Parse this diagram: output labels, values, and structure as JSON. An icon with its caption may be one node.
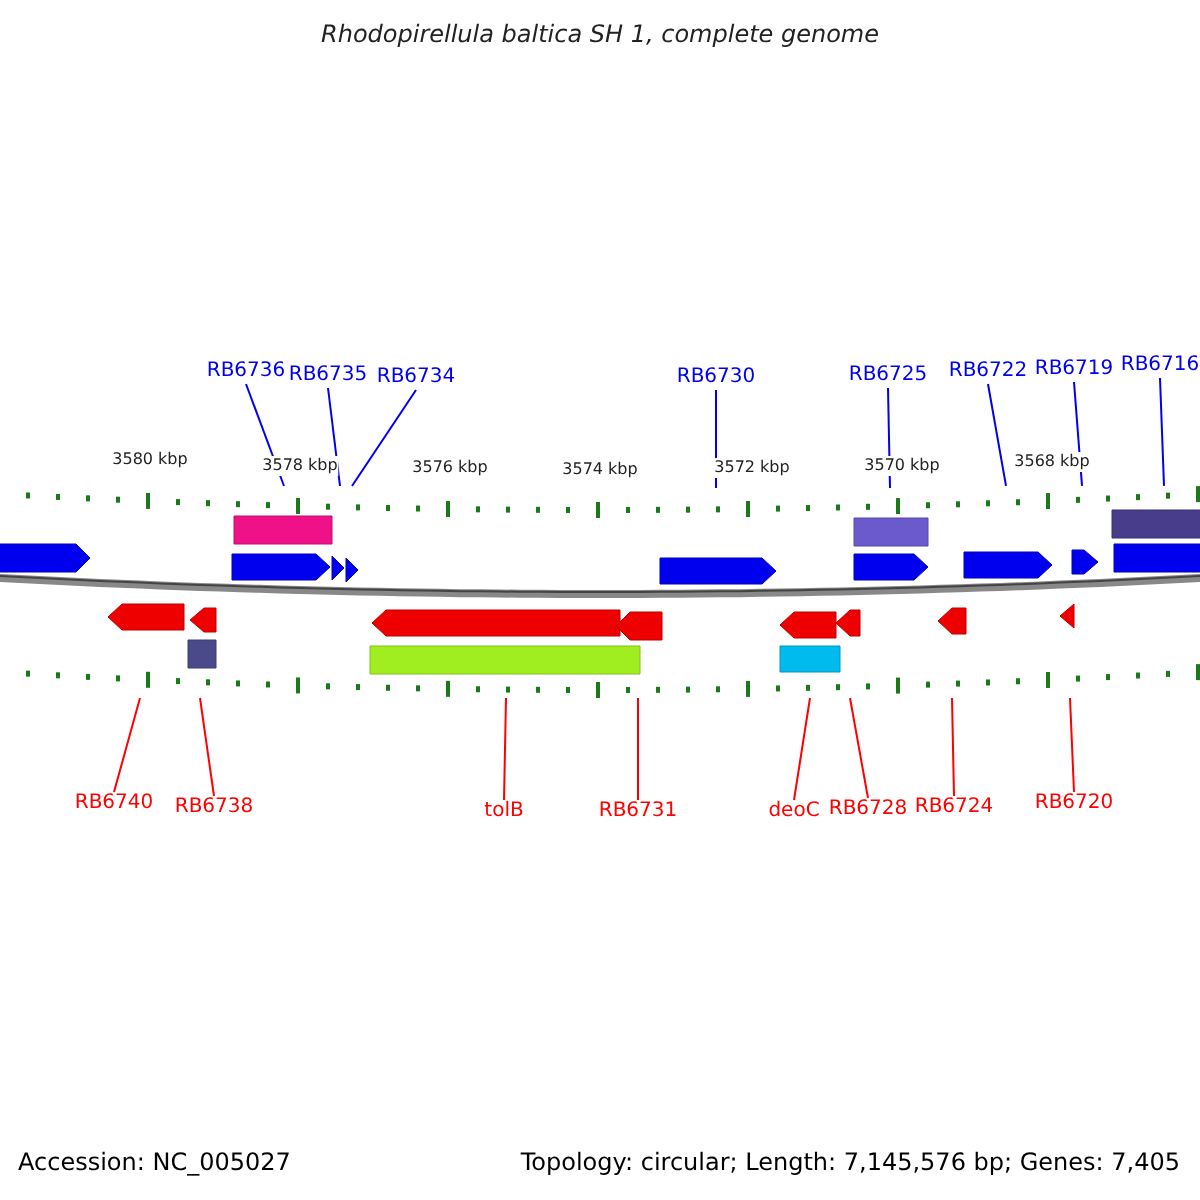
{
  "diagram": {
    "title": "Rhodopirellula baltica SH 1, complete genome",
    "nodes": [
      {
        "text": [
          "RB6736"
        ]
      },
      {
        "text": [
          "RB6735"
        ]
      },
      {
        "text": [
          "RB6734"
        ]
      },
      {
        "text": [
          "RB6730"
        ]
      },
      {
        "text": [
          "RB6725"
        ]
      },
      {
        "text": [
          "RB6722"
        ]
      },
      {
        "text": [
          "RB6719"
        ]
      },
      {
        "text": [
          "RB6716"
        ]
      },
      {
        "text": [
          "RB6740"
        ]
      },
      {
        "text": [
          "RB6738"
        ]
      },
      {
        "text": [
          "tolB"
        ]
      },
      {
        "text": [
          "RB6731"
        ]
      },
      {
        "text": [
          "deoC"
        ]
      },
      {
        "text": [
          "RB6728"
        ]
      },
      {
        "text": [
          "RB6724"
        ]
      },
      {
        "text": [
          "RB6720"
        ]
      },
      {
        "text": [],
        "shape": "bar"
      },
      {
        "text": [],
        "shape": "bar"
      }
    ],
    "edges": [
      {
        "from": 0,
        "to": 16,
        "arrow": "none"
      },
      {
        "from": 1,
        "to": 16,
        "arrow": "none"
      },
      {
        "from": 2,
        "to": 16,
        "arrow": "none"
      },
      {
        "from": 3,
        "to": 16,
        "arrow": "none"
      },
      {
        "from": 4,
        "to": 16,
        "arrow": "none"
      },
      {
        "from": 5,
        "to": 16,
        "arrow": "none"
      },
      {
        "from": 6,
        "to": 16,
        "arrow": "none"
      },
      {
        "from": 7,
        "to": 16,
        "arrow": "none"
      },
      {
        "from": 8,
        "to": 17,
        "arrow": "none",
        "color": "#ff0000"
      },
      {
        "from": 9,
        "to": 17,
        "arrow": "none",
        "color": "#ff0000"
      },
      {
        "from": 10,
        "to": 17,
        "arrow": "none",
        "color": "#ff0000"
      },
      {
        "from": 11,
        "to": 17,
        "arrow": "none",
        "color": "#ff0000"
      },
      {
        "from": 12,
        "to": 17,
        "arrow": "none",
        "color": "#ff0000"
      },
      {
        "from": 13,
        "to": 17,
        "arrow": "none",
        "color": "#ff0000"
      },
      {
        "from": 14,
        "to": 17,
        "arrow": "none",
        "color": "#ff0000"
      },
      {
        "from": 15,
        "to": 17,
        "arrow": "none",
        "color": "#ff0000"
      }
    ],
    "labels": [
      "3580 kbp",
      "3578 kbp",
      "3576 kbp",
      "3574 kbp",
      "3572 kbp",
      "3570 kbp",
      "3568 kbp",
      "Accession: NC_005027",
      "Topology: circular; Length: 7,145,576 bp; Genes: 7,405"
    ]
  }
}
